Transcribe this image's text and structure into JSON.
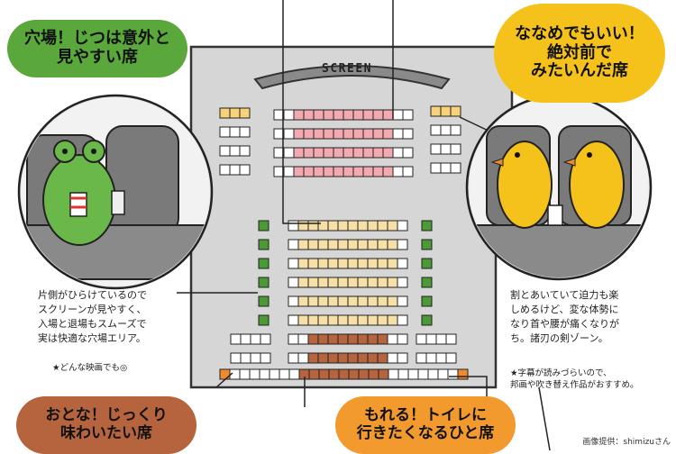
{
  "screen_label": "SCREEN",
  "zones": {
    "side_aisle": {
      "title": "穴場！じつは意外と\n見やすい席",
      "color": "#5aa83c",
      "description": "片側がひらけているので\nスクリーンが見やすく、\n入場と退場もスムーズで\n実は快適な穴場エリア。",
      "note": "★どんな映画でも◎"
    },
    "front_diagonal": {
      "title": "ななめでもいい！\n絶対前で\nみたいんだ席",
      "color": "#f4c21a",
      "description": "割とあいていて迫力も楽\nしめるけど、変な体勢に\nなり首や腰が痛くなりが\nち。諸刃の剣ゾーン。",
      "note": "★字幕が読みづらいので、\n邦画や吹き替え作品がおすすめ。"
    },
    "rear_center": {
      "title": "おとな！じっくり\n味わいたい席",
      "color": "#b5643d"
    },
    "aisle_toilet": {
      "title": "もれる！トイレに\n行きたくなるひと席",
      "color": "#f39a2e"
    }
  },
  "seat_colors": {
    "empty": "#ffffff",
    "pink": "#f2aab0",
    "yellow": "#f7d27a",
    "cream": "#f7dfa8",
    "green": "#4b9a35",
    "brown": "#b5643d",
    "orange": "#ee8a2c"
  },
  "credit": "画像提供：shimizuさん"
}
